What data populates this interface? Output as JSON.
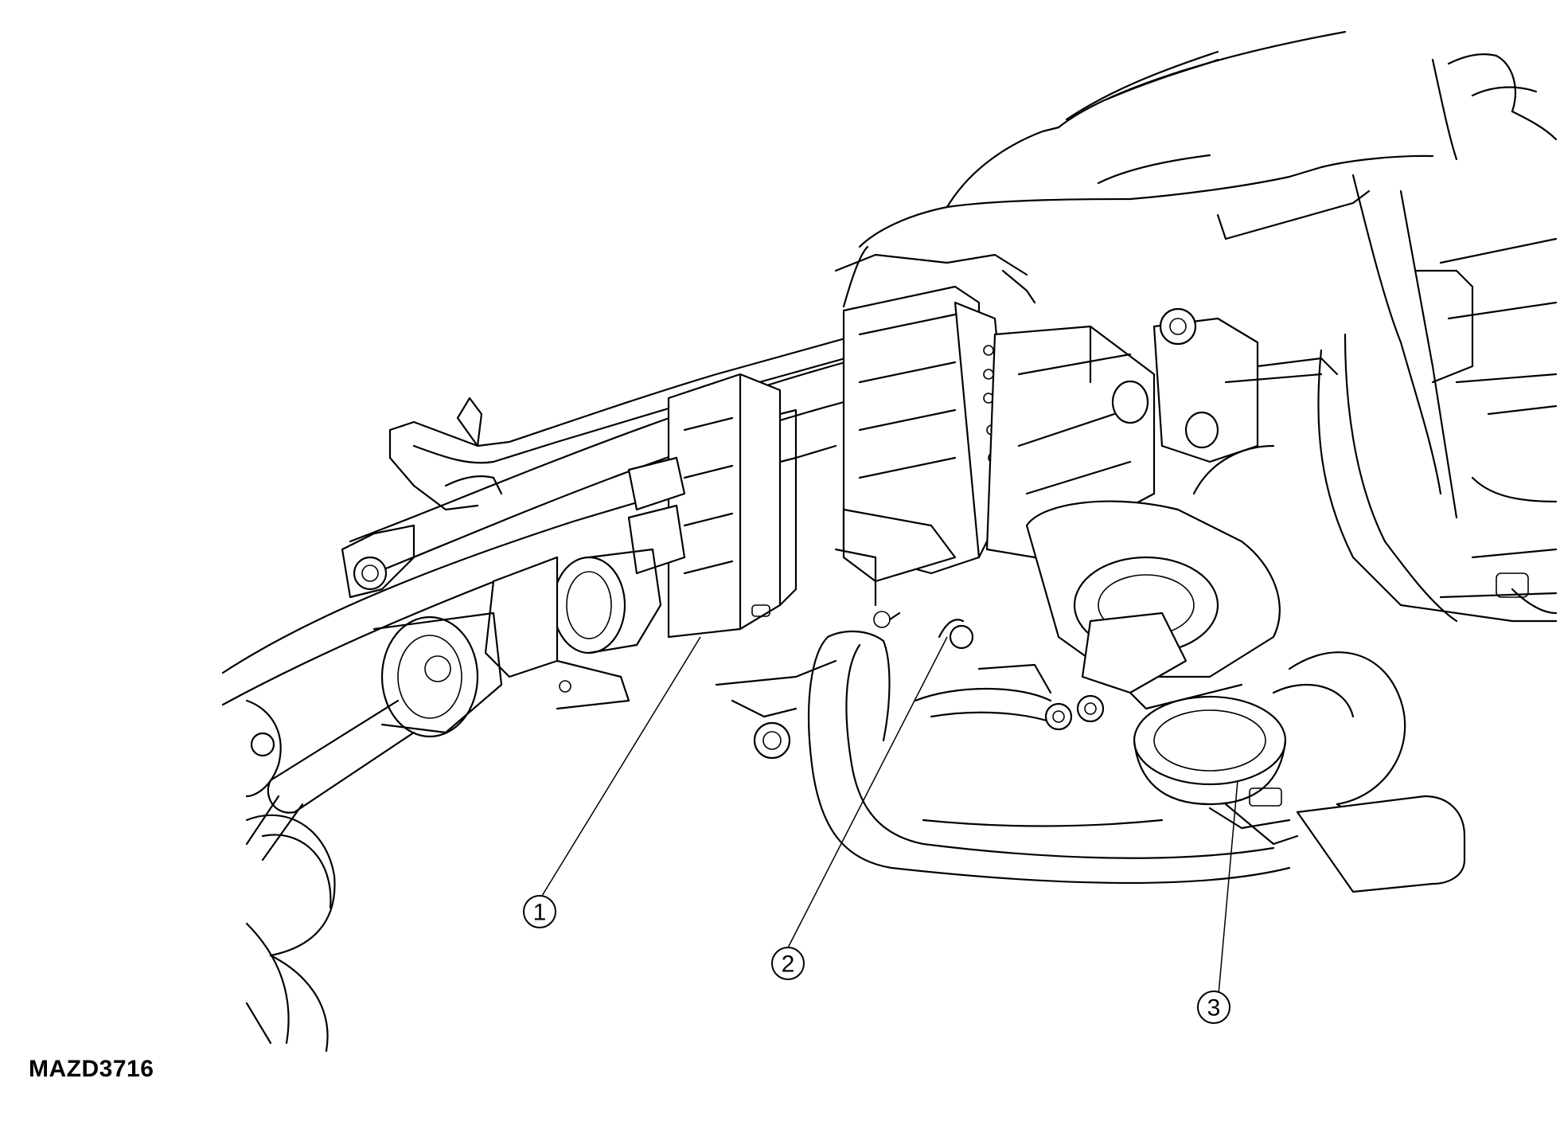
{
  "figure": {
    "id_label": "MAZD3716"
  },
  "callouts": [
    {
      "number": "1"
    },
    {
      "number": "2"
    },
    {
      "number": "3"
    }
  ],
  "colors": {
    "line": "#000000",
    "background": "#ffffff"
  }
}
